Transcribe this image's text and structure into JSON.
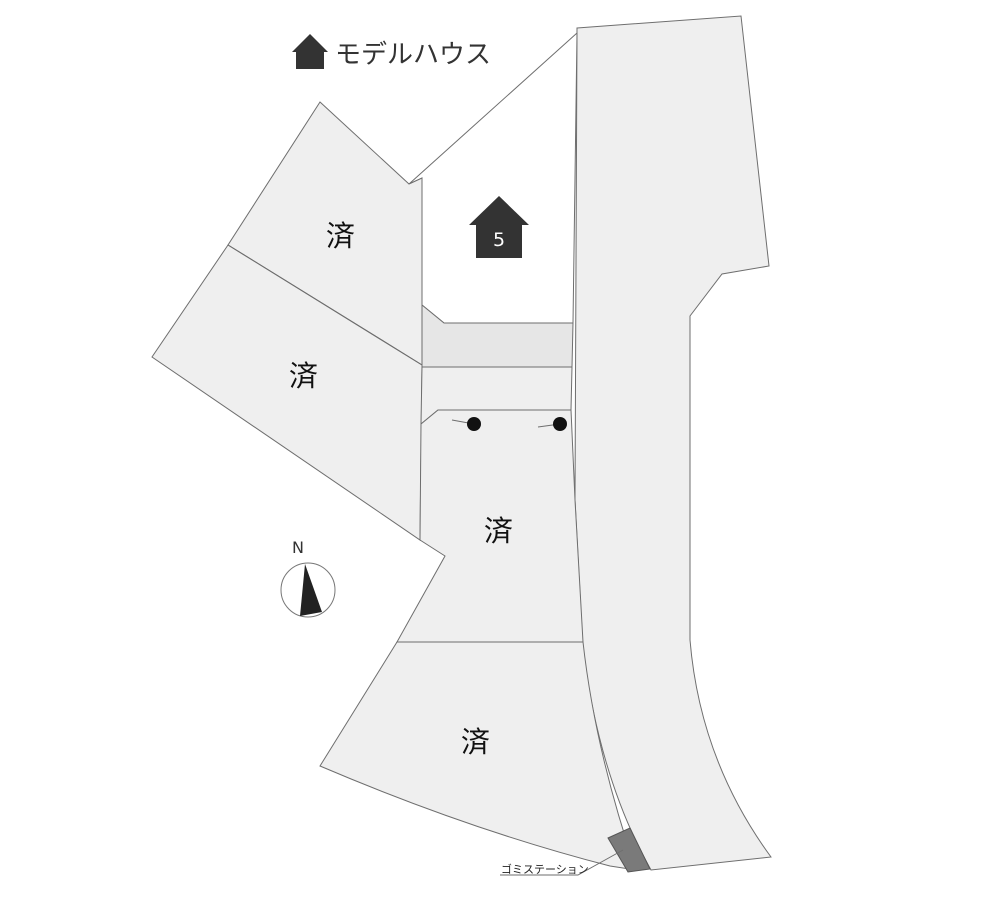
{
  "legend": {
    "icon": "house-icon",
    "label": "モデルハウス"
  },
  "model_house": {
    "icon": "house-icon",
    "number": "5"
  },
  "lots": [
    {
      "status": "済"
    },
    {
      "status": "済"
    },
    {
      "status": "済"
    },
    {
      "status": "済"
    }
  ],
  "north": {
    "label": "N",
    "icon": "compass-arrow-icon"
  },
  "garbage_station": {
    "label": "ゴミステーション"
  },
  "colors": {
    "lot_fill": "#efefef",
    "house_icon": "#333333",
    "garbage": "#7a7a7a"
  }
}
